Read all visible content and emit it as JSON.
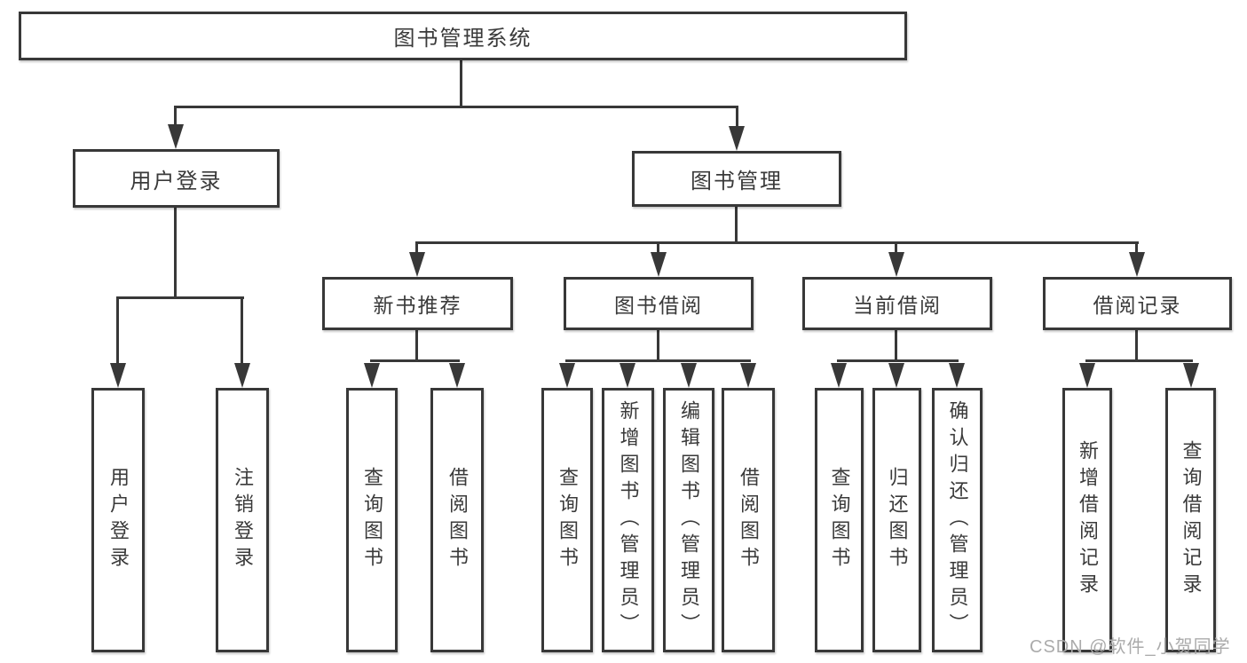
{
  "diagram": {
    "root": {
      "label": "图书管理系统",
      "children": [
        {
          "label": "用户登录",
          "children": [
            {
              "label": "用户登录"
            },
            {
              "label": "注销登录"
            }
          ]
        },
        {
          "label": "图书管理",
          "children": [
            {
              "label": "新书推荐",
              "children": [
                {
                  "label": "查询图书"
                },
                {
                  "label": "借阅图书"
                }
              ]
            },
            {
              "label": "图书借阅",
              "children": [
                {
                  "label": "查询图书"
                },
                {
                  "label": "新增图书（管理员）"
                },
                {
                  "label": "编辑图书（管理员）"
                },
                {
                  "label": "借阅图书"
                }
              ]
            },
            {
              "label": "当前借阅",
              "children": [
                {
                  "label": "查询图书"
                },
                {
                  "label": "归还图书"
                },
                {
                  "label": "确认归还（管理员）"
                }
              ]
            },
            {
              "label": "借阅记录",
              "children": [
                {
                  "label": "新增借阅记录"
                },
                {
                  "label": "查询借阅记录"
                }
              ]
            }
          ]
        }
      ]
    }
  },
  "watermark": "CSDN @软件_小贺同学",
  "colors": {
    "line": "#383838",
    "text": "#3a3a3a",
    "watermark": "#ababab",
    "background": "#ffffff"
  }
}
